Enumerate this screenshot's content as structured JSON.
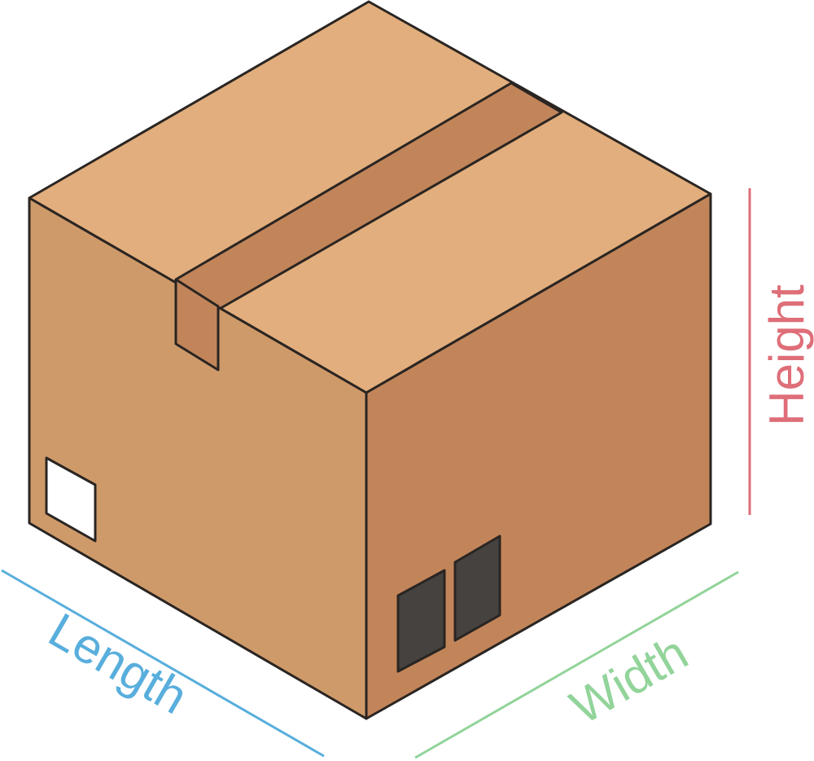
{
  "labels": {
    "length": "Length",
    "width": "Width",
    "height": "Height"
  },
  "colors": {
    "top_face": "#e2ae7d",
    "front_face": "#cf9a6a",
    "side_face": "#c2855a",
    "tape": "#c2855a",
    "outline": "#2a2522",
    "label_sticker": "#ffffff",
    "side_panels": "#454240",
    "length_color": "#58aedc",
    "width_color": "#92d49a",
    "height_color": "#de6e78"
  }
}
